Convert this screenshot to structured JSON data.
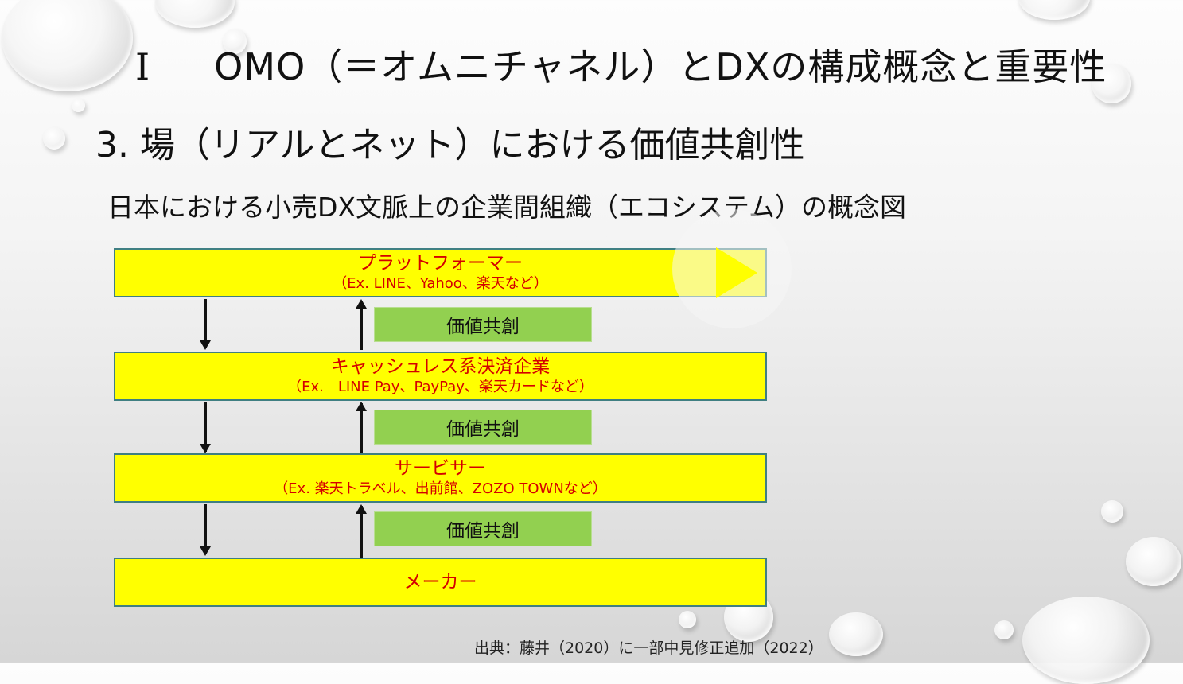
{
  "slide": {
    "title_roman": "Ⅰ",
    "title": "OMO（＝オムニチャネル）とDXの構成概念と重要性",
    "subtitle": "3. 場（リアルとネット）における価値共創性",
    "caption": "日本における小売DX文脈上の企業間組織（エコシステム）の概念図",
    "source": "出典：藤井（2020）に一部中見修正追加（2022）"
  },
  "diagram": {
    "layers": [
      {
        "name": "プラットフォーマー",
        "example": "（Ex. LINE、Yahoo、楽天など）"
      },
      {
        "name": "キャッシュレス系決済企業",
        "example": "（Ex.　LINE Pay、PayPay、楽天カードなど）"
      },
      {
        "name": "サービサー",
        "example": "（Ex. 楽天トラベル、出前館、ZOZO TOWNなど）"
      },
      {
        "name": "メーカー",
        "example": ""
      }
    ],
    "cocreation_labels": [
      "価値共創",
      "価値共創",
      "価値共創"
    ],
    "colors": {
      "layer_fill": "#ffff00",
      "layer_text": "#d40000",
      "layer_border": "#3f7f82",
      "cocreation_fill": "#92d050"
    }
  },
  "video": {
    "play_icon": "play-icon"
  }
}
